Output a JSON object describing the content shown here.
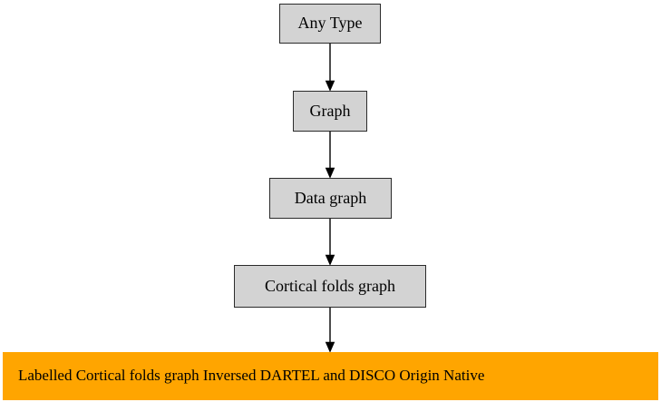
{
  "diagram": {
    "type": "flowchart",
    "orientation": "top-to-bottom",
    "background_color": "#ffffff",
    "node_fill_color": "#d3d3d3",
    "node_border_color": "#2b2b2b",
    "highlight_fill_color": "#ffa500",
    "edge_color": "#000000",
    "nodes": [
      {
        "id": "any-type",
        "label": "Any Type"
      },
      {
        "id": "graph",
        "label": "Graph"
      },
      {
        "id": "data-graph",
        "label": "Data graph"
      },
      {
        "id": "cortical-folds-graph",
        "label": "Cortical folds graph"
      },
      {
        "id": "labelled-output",
        "label": "Labelled Cortical folds graph Inversed DARTEL and DISCO Origin Native"
      }
    ],
    "edges": [
      {
        "from": "any-type",
        "to": "graph"
      },
      {
        "from": "graph",
        "to": "data-graph"
      },
      {
        "from": "data-graph",
        "to": "cortical-folds-graph"
      },
      {
        "from": "cortical-folds-graph",
        "to": "labelled-output"
      }
    ]
  }
}
